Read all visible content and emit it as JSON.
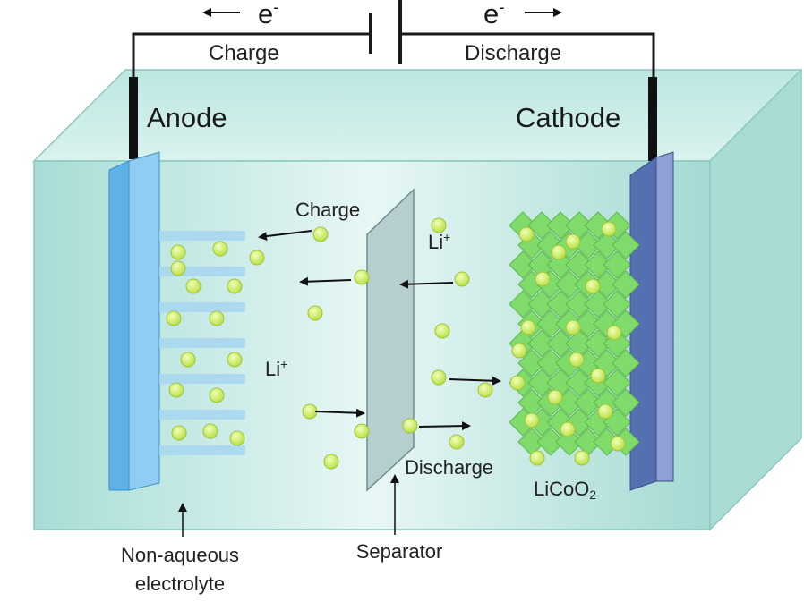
{
  "labels": {
    "electron_left": "e",
    "electron_right": "e",
    "electron_superscript": "-",
    "circuit_charge": "Charge",
    "circuit_discharge": "Discharge",
    "anode": "Anode",
    "cathode": "Cathode",
    "charge_arrow_label": "Charge",
    "discharge_arrow_label": "Discharge",
    "li_ion_right": "Li",
    "li_ion_left": "Li",
    "li_ion_superscript": "+",
    "cathode_material_main": "LiCoO",
    "cathode_material_subscript": "2",
    "electrolyte_line1": "Non-aqueous",
    "electrolyte_line2": "electrolyte",
    "separator": "Separator"
  },
  "colors": {
    "electrolyte": "#bfe9e2",
    "anode_plate": "#5fb2e8",
    "cathode_plate": "#6f86c2",
    "separator": "#a9c4c4",
    "li_ion": "#c9ec6a",
    "licoo2_crystal": "#7fdc6a",
    "graphite_layer": "#a9d7f0"
  }
}
